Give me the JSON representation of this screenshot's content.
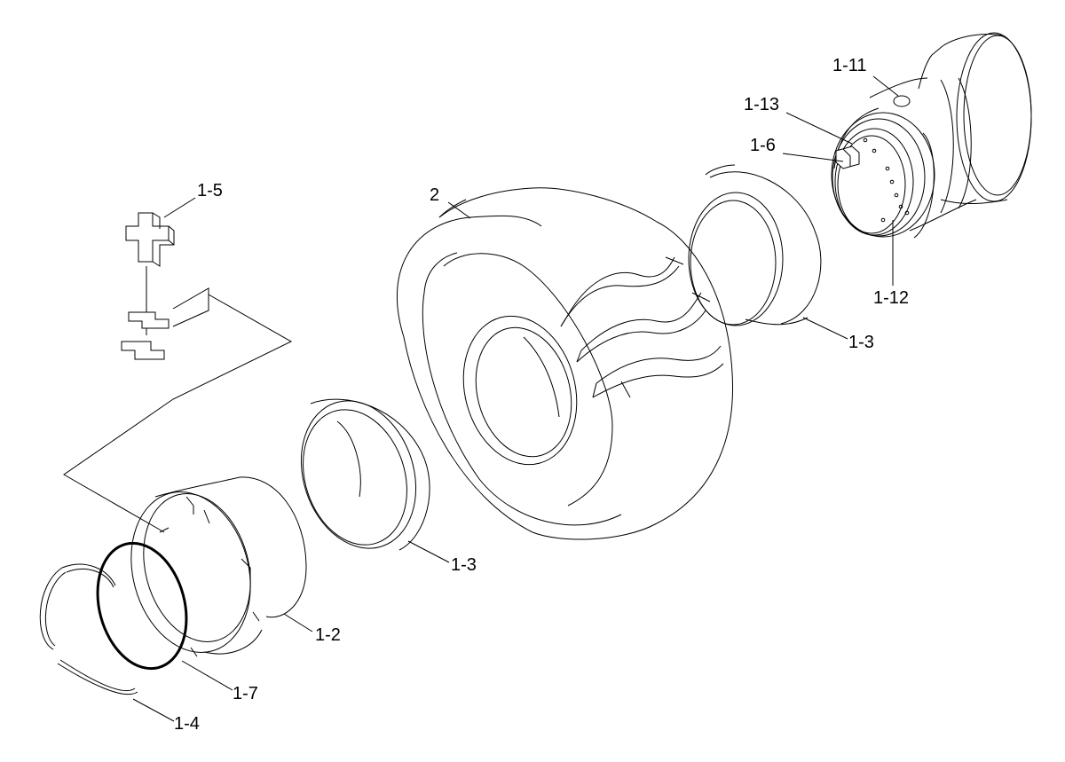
{
  "labels": {
    "p1_11": "1-11",
    "p1_13": "1-13",
    "p1_6": "1-6",
    "p1_12": "1-12",
    "p1_3_right": "1-3",
    "p2": "2",
    "p1_5": "1-5",
    "p1_3_mid": "1-3",
    "p1_2": "1-2",
    "p1_7": "1-7",
    "p1_4": "1-4"
  }
}
